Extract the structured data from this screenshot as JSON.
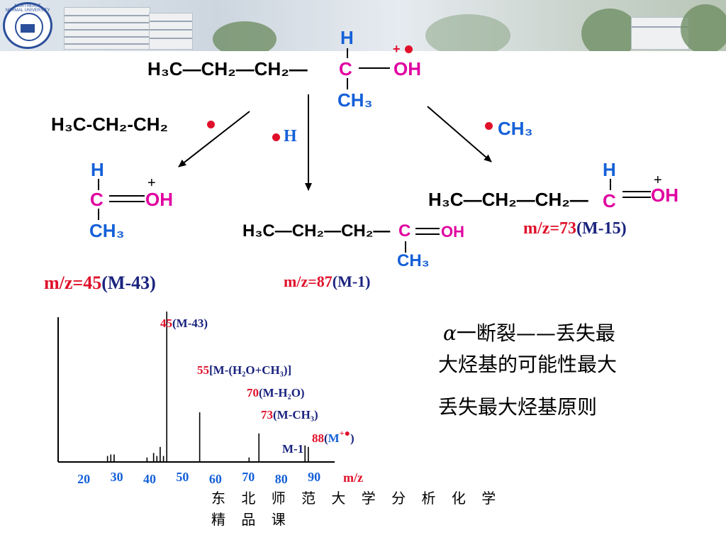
{
  "header": {
    "logo_text": "NORTHEAST NORMAL UNIVERSITY"
  },
  "scheme": {
    "parent": {
      "main_chain": "H₃C—CH₂—CH₂—",
      "central_c": "C",
      "top_h": "H",
      "oh": "OH",
      "charge": "+",
      "ch3": "CH₃"
    },
    "loss_propyl": "H₃C-CH₂-CH₂",
    "loss_h": "H",
    "loss_methyl": "CH₃",
    "product_left": {
      "h": "H",
      "c": "C",
      "oh": "OH",
      "charge": "+",
      "ch3": "CH₃",
      "mz_label": "m/z=45",
      "mz_paren": "(M-43)"
    },
    "product_mid": {
      "chain": "H₃C—CH₂—CH₂—",
      "c": "C",
      "oh": "OH",
      "ch3": "CH₃",
      "mz_label": "m/z=87",
      "mz_paren": "(M-1)"
    },
    "product_right": {
      "chain": "H₃C—CH₂—CH₂—",
      "h": "H",
      "c": "C",
      "oh": "OH",
      "charge": "+",
      "mz_label": "m/z=73",
      "mz_paren": "(M-15)"
    }
  },
  "notes": {
    "line1_alpha": "α",
    "line1": "一断裂——丢失最",
    "line2": "大烃基的可能性最大",
    "line3": "丢失最大烃基原则"
  },
  "spectrum_labels": {
    "p45": {
      "num": "45",
      "text": "(M-43)"
    },
    "p55": {
      "num": "55",
      "text": "[M-(H₂O+CH₃)]"
    },
    "p70": {
      "num": "70",
      "text": "(M-H₂O)"
    },
    "p73": {
      "num": "73",
      "text": "(M-CH₃)"
    },
    "p88": {
      "num": "88",
      "open": "(",
      "m": "M",
      "charge": "+",
      "close": ")"
    },
    "m1": "M-1"
  },
  "chart_data": {
    "type": "bar",
    "xlabel": "m/z",
    "ylabel": "",
    "xlim": [
      12,
      96
    ],
    "ylim": [
      0,
      100
    ],
    "x_ticks": [
      20,
      30,
      40,
      50,
      60,
      70,
      80,
      90
    ],
    "peaks": [
      {
        "x": 27,
        "y": 4
      },
      {
        "x": 28,
        "y": 5
      },
      {
        "x": 29,
        "y": 5
      },
      {
        "x": 39,
        "y": 3
      },
      {
        "x": 41,
        "y": 6
      },
      {
        "x": 42,
        "y": 4
      },
      {
        "x": 43,
        "y": 10
      },
      {
        "x": 44,
        "y": 4
      },
      {
        "x": 45,
        "y": 100
      },
      {
        "x": 55,
        "y": 33
      },
      {
        "x": 70,
        "y": 3
      },
      {
        "x": 73,
        "y": 19
      },
      {
        "x": 87,
        "y": 11
      },
      {
        "x": 88,
        "y": 10
      }
    ]
  },
  "footer": {
    "line1": "东 北 师 范 大 学 分 析 化 学",
    "line2": "精 品 课"
  }
}
